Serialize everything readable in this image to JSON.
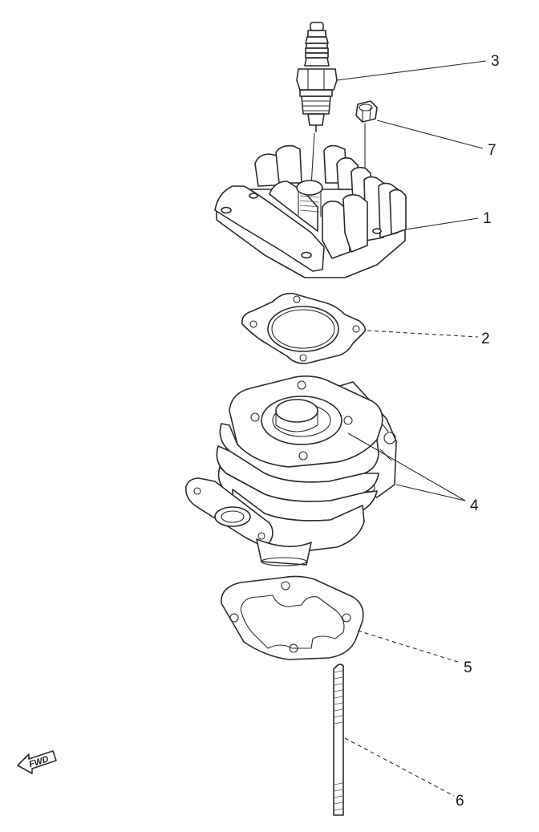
{
  "diagram": {
    "callouts": [
      {
        "id": "1",
        "label": "1"
      },
      {
        "id": "2",
        "label": "2"
      },
      {
        "id": "3",
        "label": "3"
      },
      {
        "id": "4",
        "label": "4"
      },
      {
        "id": "5",
        "label": "5"
      },
      {
        "id": "6",
        "label": "6"
      },
      {
        "id": "7",
        "label": "7"
      }
    ],
    "fwd_label": "FWD"
  }
}
